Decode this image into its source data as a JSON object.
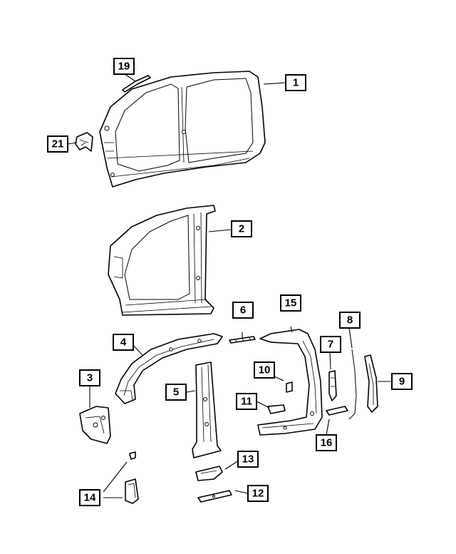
{
  "callouts": [
    {
      "id": "c19",
      "label": "19"
    },
    {
      "id": "c1",
      "label": "1"
    },
    {
      "id": "c21",
      "label": "21"
    },
    {
      "id": "c2",
      "label": "2"
    },
    {
      "id": "c6",
      "label": "6"
    },
    {
      "id": "c15",
      "label": "15"
    },
    {
      "id": "c8",
      "label": "8"
    },
    {
      "id": "c4",
      "label": "4"
    },
    {
      "id": "c7",
      "label": "7"
    },
    {
      "id": "c3",
      "label": "3"
    },
    {
      "id": "c10",
      "label": "10"
    },
    {
      "id": "c9",
      "label": "9"
    },
    {
      "id": "c5",
      "label": "5"
    },
    {
      "id": "c11",
      "label": "11"
    },
    {
      "id": "c16",
      "label": "16"
    },
    {
      "id": "c13",
      "label": "13"
    },
    {
      "id": "c14",
      "label": "14"
    },
    {
      "id": "c12",
      "label": "12"
    }
  ]
}
